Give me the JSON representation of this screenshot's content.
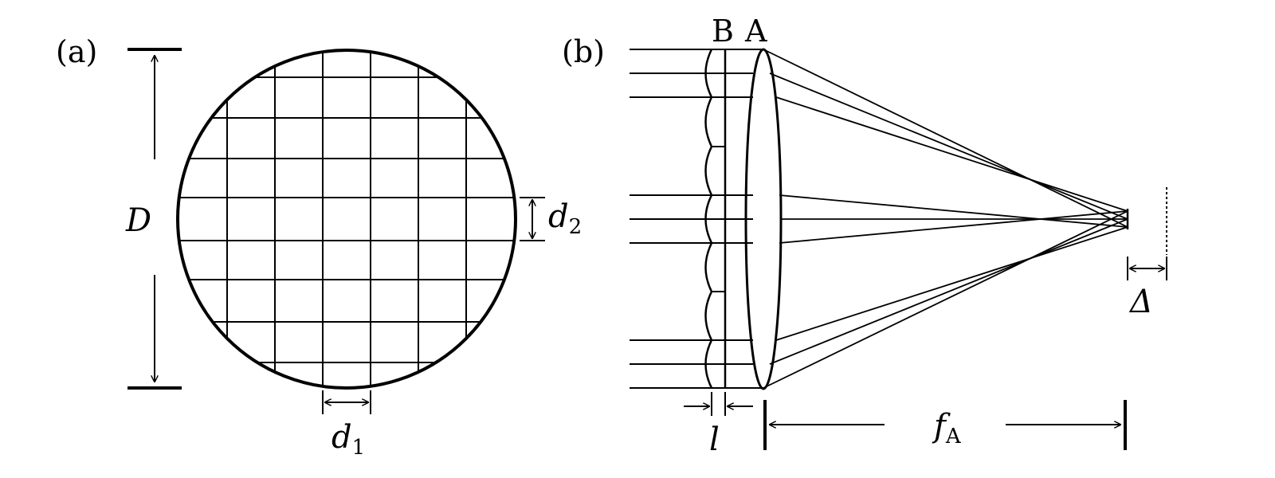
{
  "panel_a": {
    "label": "(a)",
    "diameter_label": "D",
    "d1_main": "d",
    "d1_sub": "1",
    "d2_main": "d",
    "d2_sub": "2"
  },
  "panel_b": {
    "label": "(b)",
    "lens_b_label": "B",
    "lens_a_label": "A",
    "spacing_label": "l",
    "focal_main": "f",
    "focal_sub": "A",
    "delta_label": "Δ"
  },
  "colors": {
    "stroke": "#000000",
    "background": "#ffffff"
  }
}
